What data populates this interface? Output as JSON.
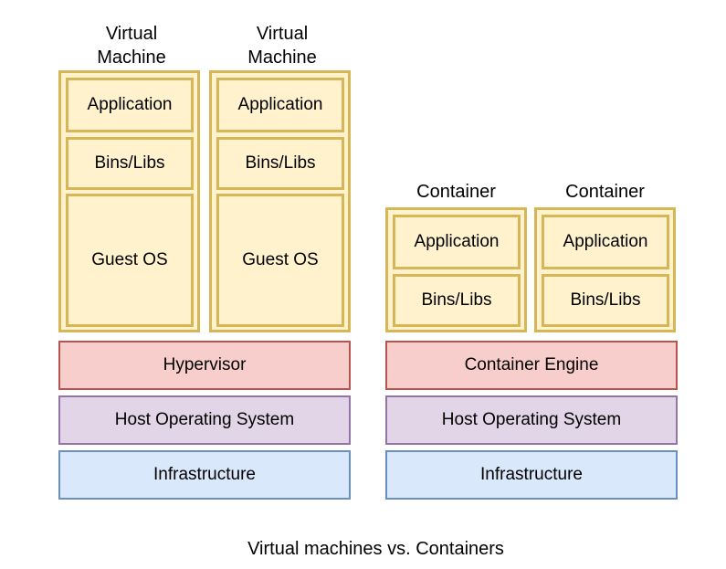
{
  "vm_left": {
    "title_line1": "Virtual",
    "title_line2": "Machine",
    "layers": [
      "Application",
      "Bins/Libs",
      "Guest OS"
    ]
  },
  "vm_right": {
    "title_line1": "Virtual",
    "title_line2": "Machine",
    "layers": [
      "Application",
      "Bins/Libs",
      "Guest OS"
    ]
  },
  "container_left": {
    "title": "Container",
    "layers": [
      "Application",
      "Bins/Libs"
    ]
  },
  "container_right": {
    "title": "Container",
    "layers": [
      "Application",
      "Bins/Libs"
    ]
  },
  "vm_stack": {
    "hypervisor": "Hypervisor",
    "host_os": "Host Operating System",
    "infrastructure": "Infrastructure"
  },
  "container_stack": {
    "engine": "Container Engine",
    "host_os": "Host Operating System",
    "infrastructure": "Infrastructure"
  },
  "caption": "Virtual machines vs. Containers",
  "colors": {
    "app_fill": "#fff2cc",
    "app_stroke": "#d6b656",
    "engine_fill": "#f8cecc",
    "engine_stroke": "#b85450",
    "os_fill": "#e1d5e7",
    "os_stroke": "#9673a6",
    "infra_fill": "#dae8fc",
    "infra_stroke": "#6c8ebf"
  }
}
